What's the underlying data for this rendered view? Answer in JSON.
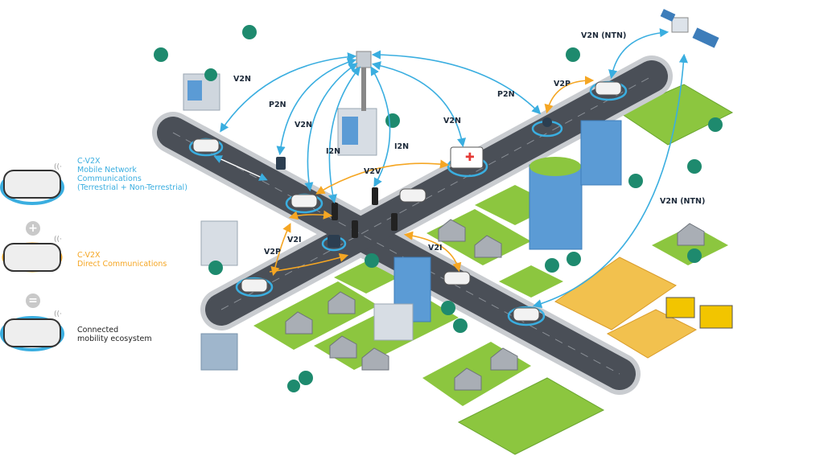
{
  "legend": {
    "items": [
      {
        "lines": [
          "C-V2X",
          "Mobile Network",
          "Communications",
          "(Terrestrial + Non-Terrestrial)"
        ],
        "color": "#3aaee0"
      },
      {
        "lines": [
          "C-V2X",
          "Direct Communications"
        ],
        "color": "#f5a623"
      },
      {
        "lines": [
          "Connected",
          "mobility ecosystem"
        ],
        "color": "#222222"
      }
    ],
    "plus": "+",
    "equals": "="
  },
  "links": {
    "v2n_left": "V2N",
    "p2n_left": "P2N",
    "v2n_center": "V2N",
    "i2n_left": "I2N",
    "i2n_right": "I2N",
    "v2n_right": "V2N",
    "p2n_right": "P2N",
    "v2p_top": "V2P",
    "v2n_ntn_top": "V2N (NTN)",
    "v2n_ntn_right": "V2N (NTN)",
    "v2v": "V2V",
    "v2i_left": "V2I",
    "v2p_left": "V2P",
    "v2i_right": "V2I"
  },
  "colors": {
    "network": "#3aaee0",
    "direct": "#f5a623",
    "road": "#4a4f57",
    "curb": "#c9ccd0",
    "grass": "#8cc63f",
    "field": "#f2c14e",
    "building": "#5b9bd5"
  }
}
